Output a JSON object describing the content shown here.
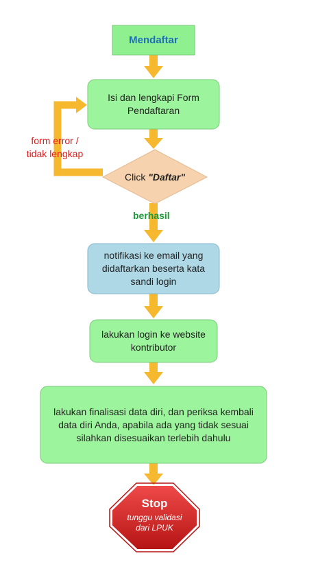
{
  "colors": {
    "start_fill": "#8ff08f",
    "process_fill": "#9cf59c",
    "process_stroke": "#7ac97a",
    "notify_fill": "#aed8e6",
    "decision_fill": "#f6d2ae",
    "arrow": "#f5b82e",
    "stop_fill": "#d62828",
    "error_text": "#e01b1b",
    "success_text": "#1e9a3a",
    "start_text": "#1f6fb8"
  },
  "flow": {
    "start": "Mendaftar",
    "fill_form": "Isi dan lengkapi Form Pendaftaran",
    "decision_prefix": "Click ",
    "decision_emphasis": "\"Daftar\"",
    "error_label_line1": "form error /",
    "error_label_line2": "tidak lengkap",
    "success_label": "berhasil",
    "notification": "notifikasi ke email yang didaftarkan beserta kata sandi login",
    "login": "lakukan login ke website kontributor",
    "finalize": "lakukan finalisasi data diri, dan periksa kembali data diri Anda, apabila ada yang tidak sesuai silahkan disesuaikan terlebih dahulu",
    "stop_title": "Stop",
    "stop_subtitle_line1": "tunggu validasi",
    "stop_subtitle_line2": "dari LPUK"
  }
}
